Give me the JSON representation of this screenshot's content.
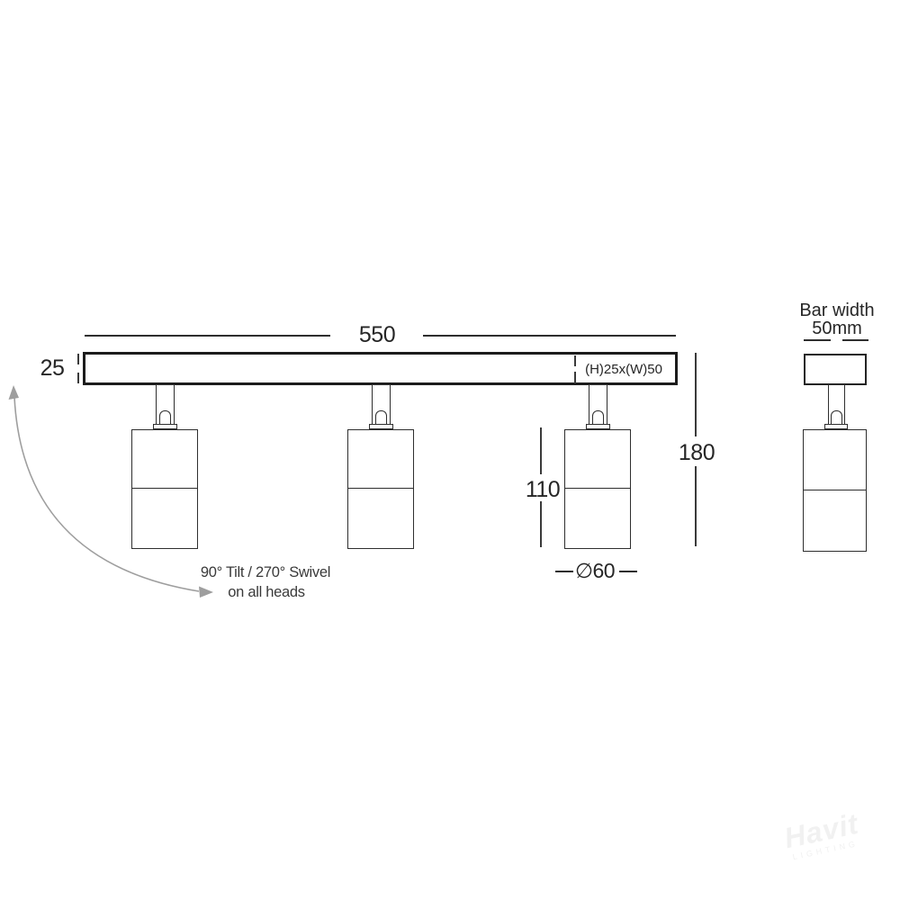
{
  "diagram": {
    "type": "technical-dimension-drawing",
    "subject": "3-head adjustable spotlight bar light, front view and side view",
    "labels": {
      "bar_length_mm": "550",
      "bar_height_mm": "25",
      "bar_profile": "(H)25x(W)50",
      "total_height_mm": "180",
      "head_height_mm": "110",
      "head_diameter": "∅60",
      "side_view_title_line1": "Bar width",
      "side_view_title_line2": "50mm",
      "note_line1": "90° Tilt / 270° Swivel",
      "note_line2": "on all heads"
    },
    "watermark": {
      "script": "Havit",
      "sub": "LIGHTING"
    },
    "colors": {
      "line": "#2e2e2e",
      "thick_line": "#1c1c1c",
      "arrow": "#9e9e9e",
      "background": "#ffffff"
    }
  }
}
